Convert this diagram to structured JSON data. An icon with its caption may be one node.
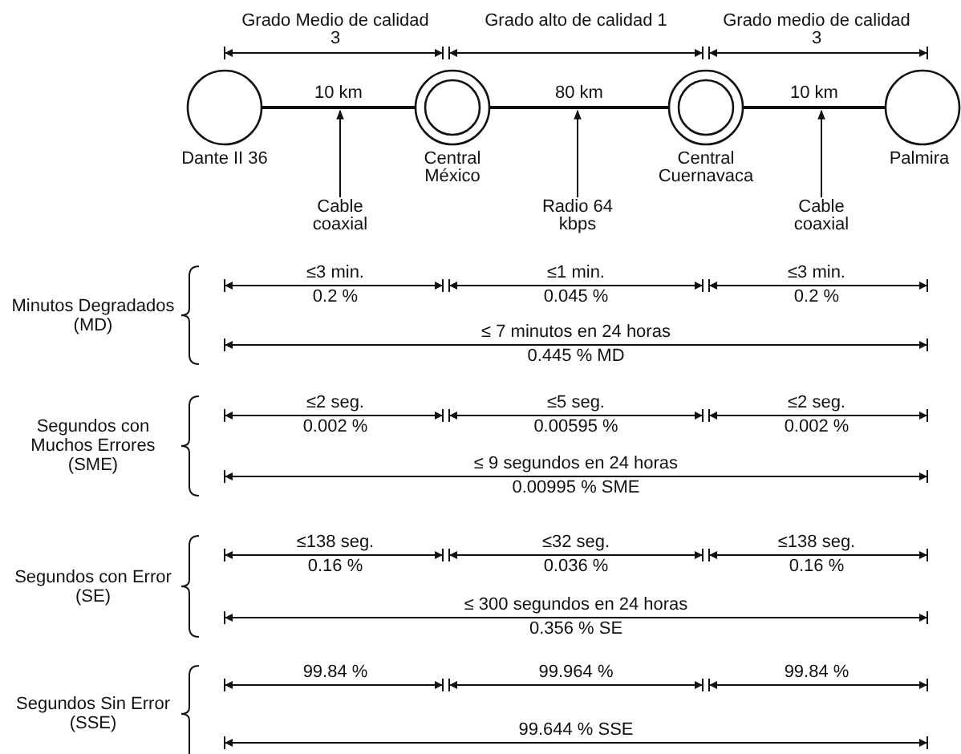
{
  "diagram": {
    "nodes": [
      {
        "text": [],
        "shape": "circle",
        "beside": [
          "Dante II 36"
        ]
      },
      {
        "text": [],
        "shape": "circle",
        "beside": [
          "Central México"
        ]
      },
      {
        "text": [],
        "shape": "circle",
        "beside": [
          "Central Cuernavaca"
        ]
      },
      {
        "text": [],
        "shape": "circle",
        "beside": [
          "Palmira"
        ]
      },
      {
        "text": [
          "Cable coaxial"
        ]
      },
      {
        "text": [
          "Radio 64 kbps"
        ]
      },
      {
        "text": [
          "Cable coaxial"
        ]
      }
    ],
    "edges": [
      {
        "from": 0,
        "to": 1,
        "label": "10 km",
        "arrow": "none"
      },
      {
        "from": 1,
        "to": 2,
        "label": "80 km",
        "arrow": "none"
      },
      {
        "from": 2,
        "to": 3,
        "label": "10 km",
        "arrow": "none"
      },
      {
        "from": 4,
        "to": null,
        "arrow": "to"
      },
      {
        "from": 5,
        "to": null,
        "arrow": "to"
      },
      {
        "from": 6,
        "to": null,
        "arrow": "to"
      }
    ],
    "labels": [
      "Grado Medio de calidad 3",
      "Grado alto de calidad 1",
      "Grado medio de calidad 3",
      "Minutos Degradados (MD)",
      "≤3 min.",
      "≤1 min.",
      "≤3 min.",
      "0.2 %",
      "0.045 %",
      "0.2 %",
      "≤ 7 minutos en 24 horas",
      "0.445 % MD",
      "Segundos con Muchos Errores (SME)",
      "≤2 seg.",
      "≤5 seg.",
      "≤2 seg.",
      "0.002 %",
      "0.00595 %",
      "0.002 %",
      "≤ 9 segundos en 24 horas",
      "0.00995 % SME",
      "Segundos con Error (SE)",
      "≤138 seg.",
      "≤32 seg.",
      "≤138 seg.",
      "0.16 %",
      "0.036 %",
      "0.16 %",
      "≤ 300 segundos en 24 horas",
      "0.356 % SE",
      "Segundos Sin Error (SSE)",
      "99.84 %",
      "99.964 %",
      "99.84 %",
      "99.644 % SSE"
    ]
  }
}
